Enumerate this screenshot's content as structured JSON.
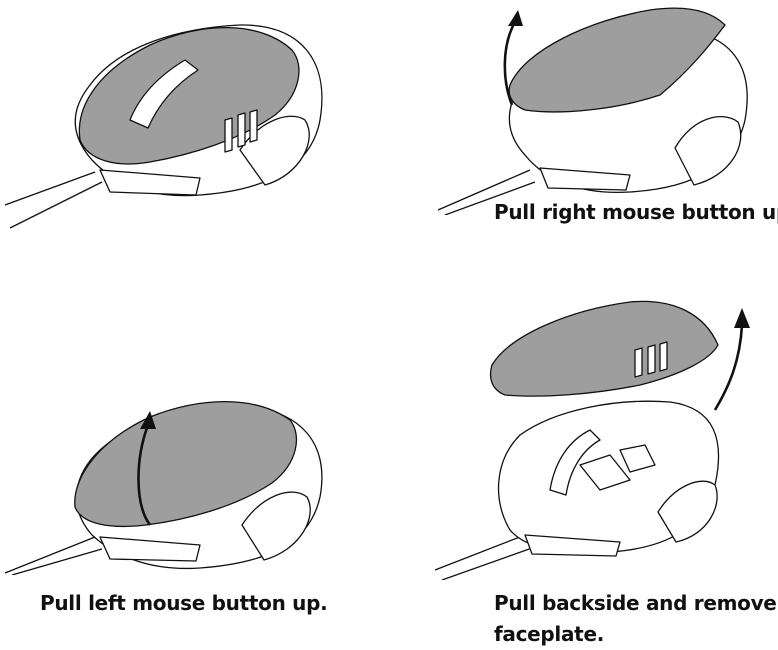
{
  "steps": [
    {
      "caption": ""
    },
    {
      "caption": "Pull right mouse button up."
    },
    {
      "caption": "Pull left mouse button up."
    },
    {
      "caption_lines": [
        "Pull backside and remove",
        "faceplate."
      ]
    }
  ],
  "colors": {
    "shell": "#9e9e9e",
    "line": "#111111",
    "body": "#ffffff"
  },
  "icons": [
    "mouse-illustration",
    "arrow-up-icon"
  ]
}
